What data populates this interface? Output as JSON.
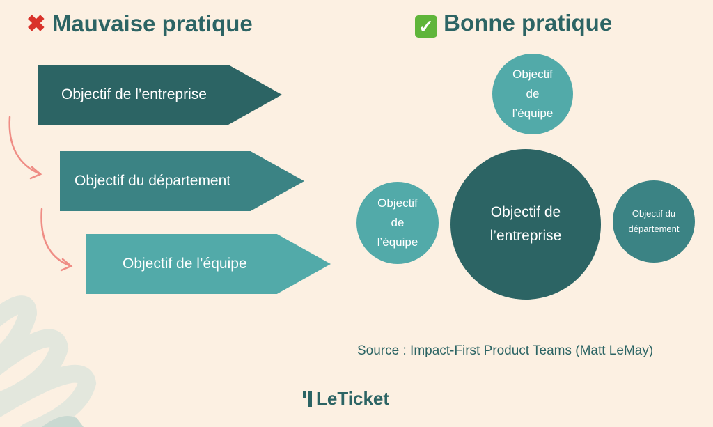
{
  "left": {
    "icon": "cross-mark-icon",
    "title": "Mauvaise pratique",
    "arrows": [
      "Objectif de l’entreprise",
      "Objectif du département",
      "Objectif de l’équipe"
    ]
  },
  "right": {
    "icon": "check-mark-icon",
    "title": "Bonne pratique",
    "circles": {
      "top": "Objectif de l’équipe",
      "left": "Objectif de l’équipe",
      "center": "Objectif de l’entreprise",
      "right": "Objectif du département"
    }
  },
  "source": "Source : Impact-First Product Teams (Matt LeMay)",
  "logo": "LeTicket",
  "colors": {
    "bg": "#fcf0e2",
    "dark": "#2c6464",
    "mid": "#3b8384",
    "light": "#52aaa9",
    "red": "#d9322a",
    "pink": "#ef8d85"
  }
}
